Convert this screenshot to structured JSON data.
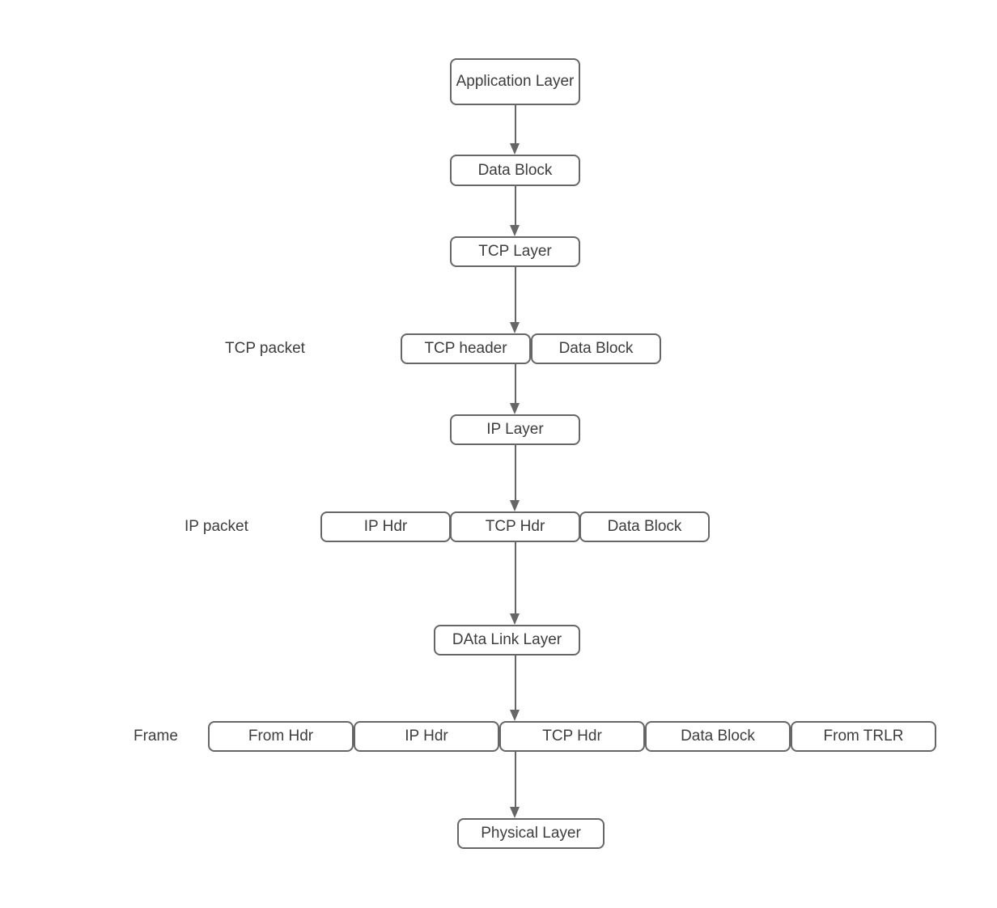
{
  "colors": {
    "border": "#666666",
    "text": "#3d3d3d",
    "arrow": "#666666",
    "background": "#ffffff"
  },
  "row_labels": {
    "tcp_packet": "TCP packet",
    "ip_packet": "IP packet",
    "frame": "Frame"
  },
  "nodes": {
    "application_layer": "Application Layer",
    "data_block_1": "Data Block",
    "tcp_layer": "TCP Layer",
    "tcp_header": "TCP header",
    "data_block_2": "Data Block",
    "ip_layer": "IP Layer",
    "ip_hdr": "IP Hdr",
    "tcp_hdr": "TCP Hdr",
    "data_block_3": "Data Block",
    "data_link_layer": "DAta Link Layer",
    "frame_from_hdr": "From Hdr",
    "frame_ip_hdr": "IP Hdr",
    "frame_tcp_hdr": "TCP Hdr",
    "frame_data_block": "Data Block",
    "frame_from_trlr": "From TRLR",
    "physical_layer": "Physical Layer"
  }
}
